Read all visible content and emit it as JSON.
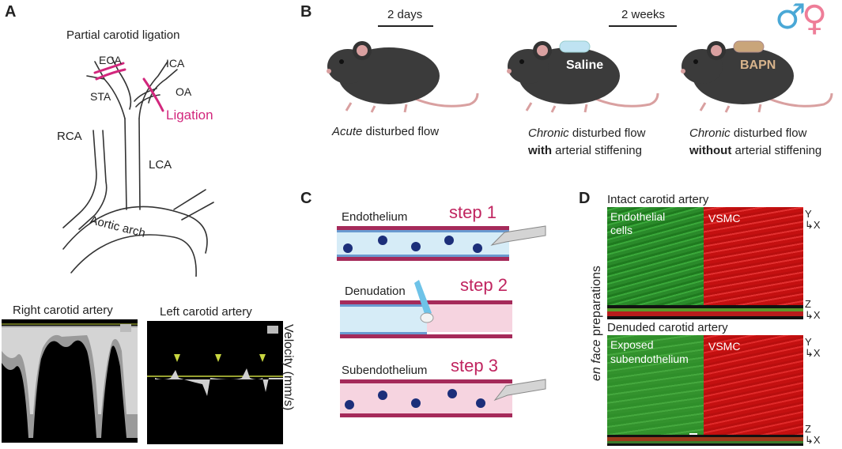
{
  "panel_a": {
    "letter": "A",
    "title": "Partial carotid ligation",
    "vessels": {
      "eca": "ECA",
      "ica": "ICA",
      "sta": "STA",
      "oa": "OA",
      "rca": "RCA",
      "lca": "LCA",
      "arch": "Aortic arch"
    },
    "ligation_label": "Ligation",
    "ultrasound": {
      "right_title": "Right carotid artery",
      "left_title": "Left carotid artery",
      "y_axis_label": "Velocity (mm/s)"
    }
  },
  "panel_b": {
    "letter": "B",
    "time_1": "2 days",
    "time_2": "2 weeks",
    "pump_saline": "Saline",
    "pump_bapn": "BAPN",
    "sex_symbols": {
      "male": "♂",
      "female": "♀"
    },
    "captions": [
      {
        "line1_em": "Acute",
        "line1_rest": " disturbed flow",
        "line2_strong": "",
        "line2_rest": ""
      },
      {
        "line1_em": "Chronic",
        "line1_rest": " disturbed flow",
        "line2_strong": "with",
        "line2_rest": " arterial stiffening"
      },
      {
        "line1_em": "Chronic",
        "line1_rest": " disturbed flow",
        "line2_strong": "without",
        "line2_rest": " arterial stiffening"
      }
    ]
  },
  "panel_c": {
    "letter": "C",
    "steps": [
      {
        "label": "Endothelium",
        "step": "step 1"
      },
      {
        "label": "Denudation",
        "step": "step 2"
      },
      {
        "label": "Subendothelium",
        "step": "step 3"
      }
    ]
  },
  "panel_d": {
    "letter": "D",
    "side_label_em": "en face",
    "side_label_rest": " preparations",
    "top_title": "Intact carotid artery",
    "bottom_title": "Denuded carotid artery",
    "top_left_label": [
      "Endothelial",
      "cells"
    ],
    "top_right_label": "VSMC",
    "bottom_left_label": [
      "Exposed",
      "subendothelium"
    ],
    "bottom_right_label": "VSMC",
    "axes": {
      "y": "Y",
      "z": "Z",
      "x": "X"
    }
  },
  "colors": {
    "ligation": "#d2277d",
    "step": "#c0245f",
    "green_stain": "#2f8f2a",
    "red_stain": "#c41010",
    "male": "#4aa8d6",
    "female": "#ee7d98",
    "marker": "#c8d640"
  }
}
